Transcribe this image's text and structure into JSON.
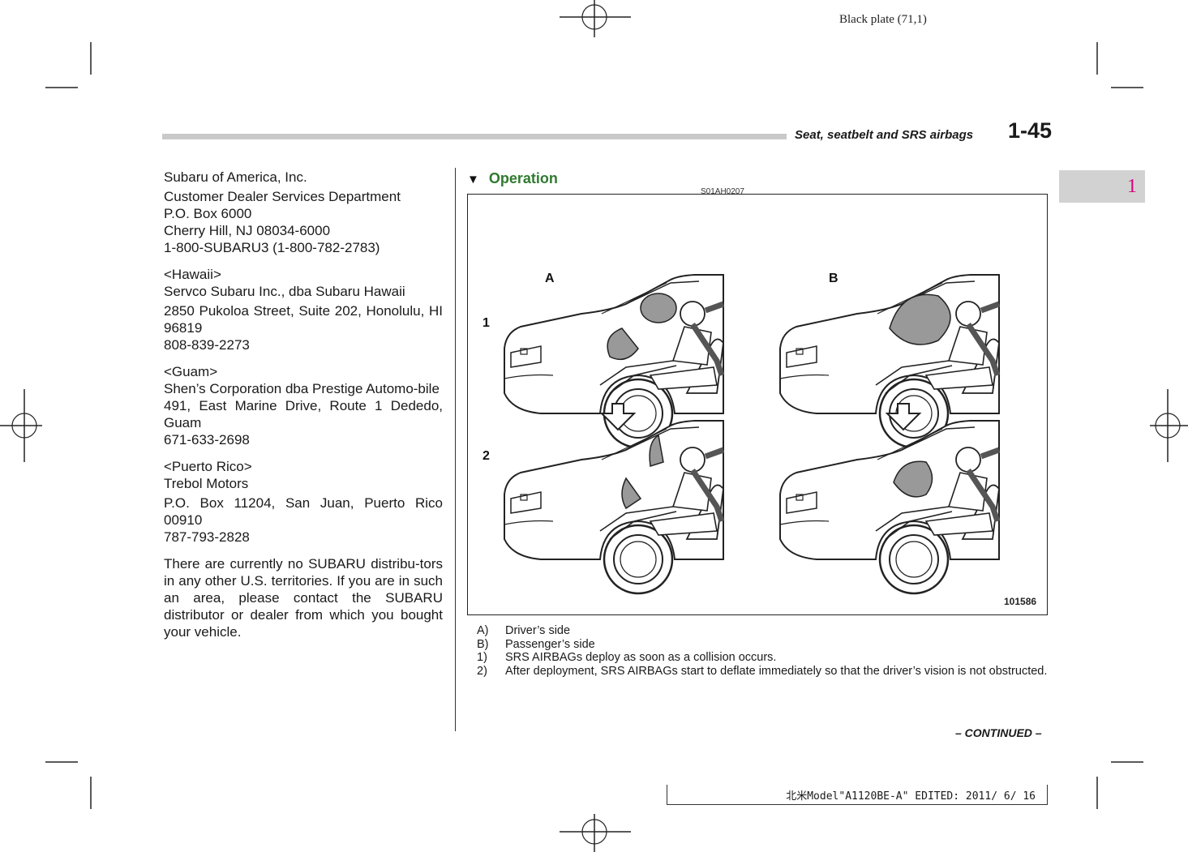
{
  "plate": "Black plate (71,1)",
  "header": {
    "title": "Seat, seatbelt and SRS airbags",
    "page": "1-45"
  },
  "chapter_tab": "1",
  "left_column": {
    "address_us": [
      "Subaru of America, Inc.",
      "Customer Dealer Services Department",
      "P.O. Box 6000",
      "Cherry Hill, NJ 08034-6000",
      "1-800-SUBARU3 (1-800-782-2783)"
    ],
    "hawaii_label": "<Hawaii>",
    "hawaii_name": "Servco Subaru Inc., dba Subaru Hawaii",
    "hawaii_address": "2850 Pukoloa Street, Suite 202, Honolulu, HI 96819",
    "hawaii_phone": "808-839-2273",
    "guam_label": "<Guam>",
    "guam_name": "Shen’s Corporation dba Prestige Automo-bile",
    "guam_address": "491, East Marine Drive, Route 1 Dededo, Guam",
    "guam_phone": "671-633-2698",
    "pr_label": "<Puerto Rico>",
    "pr_name": "Trebol Motors",
    "pr_address": "P.O. Box 11204, San Juan, Puerto Rico 00910",
    "pr_phone": "787-793-2828",
    "note": "There are currently no SUBARU distribu-tors in any other U.S. territories. If you are in such an area, please contact the SUBARU distributor or dealer from which you bought your vehicle."
  },
  "operation": {
    "heading": "Operation",
    "figure_code": "S01AH0207",
    "figure_id": "101586",
    "labels": {
      "a": "A",
      "b": "B",
      "row1": "1",
      "row2": "2"
    },
    "captions": [
      {
        "key": "A)",
        "text": "Driver’s side"
      },
      {
        "key": "B)",
        "text": "Passenger’s side"
      },
      {
        "key": "1)",
        "text": "SRS AIRBAGs deploy as soon as a collision occurs."
      },
      {
        "key": "2)",
        "text": "After deployment, SRS AIRBAGs start to deflate immediately so that the driver’s vision is not obstructed."
      }
    ]
  },
  "continued": "– CONTINUED –",
  "edit_note": "北米Model\"A1120BE-A\" EDITED: 2011/ 6/ 16"
}
